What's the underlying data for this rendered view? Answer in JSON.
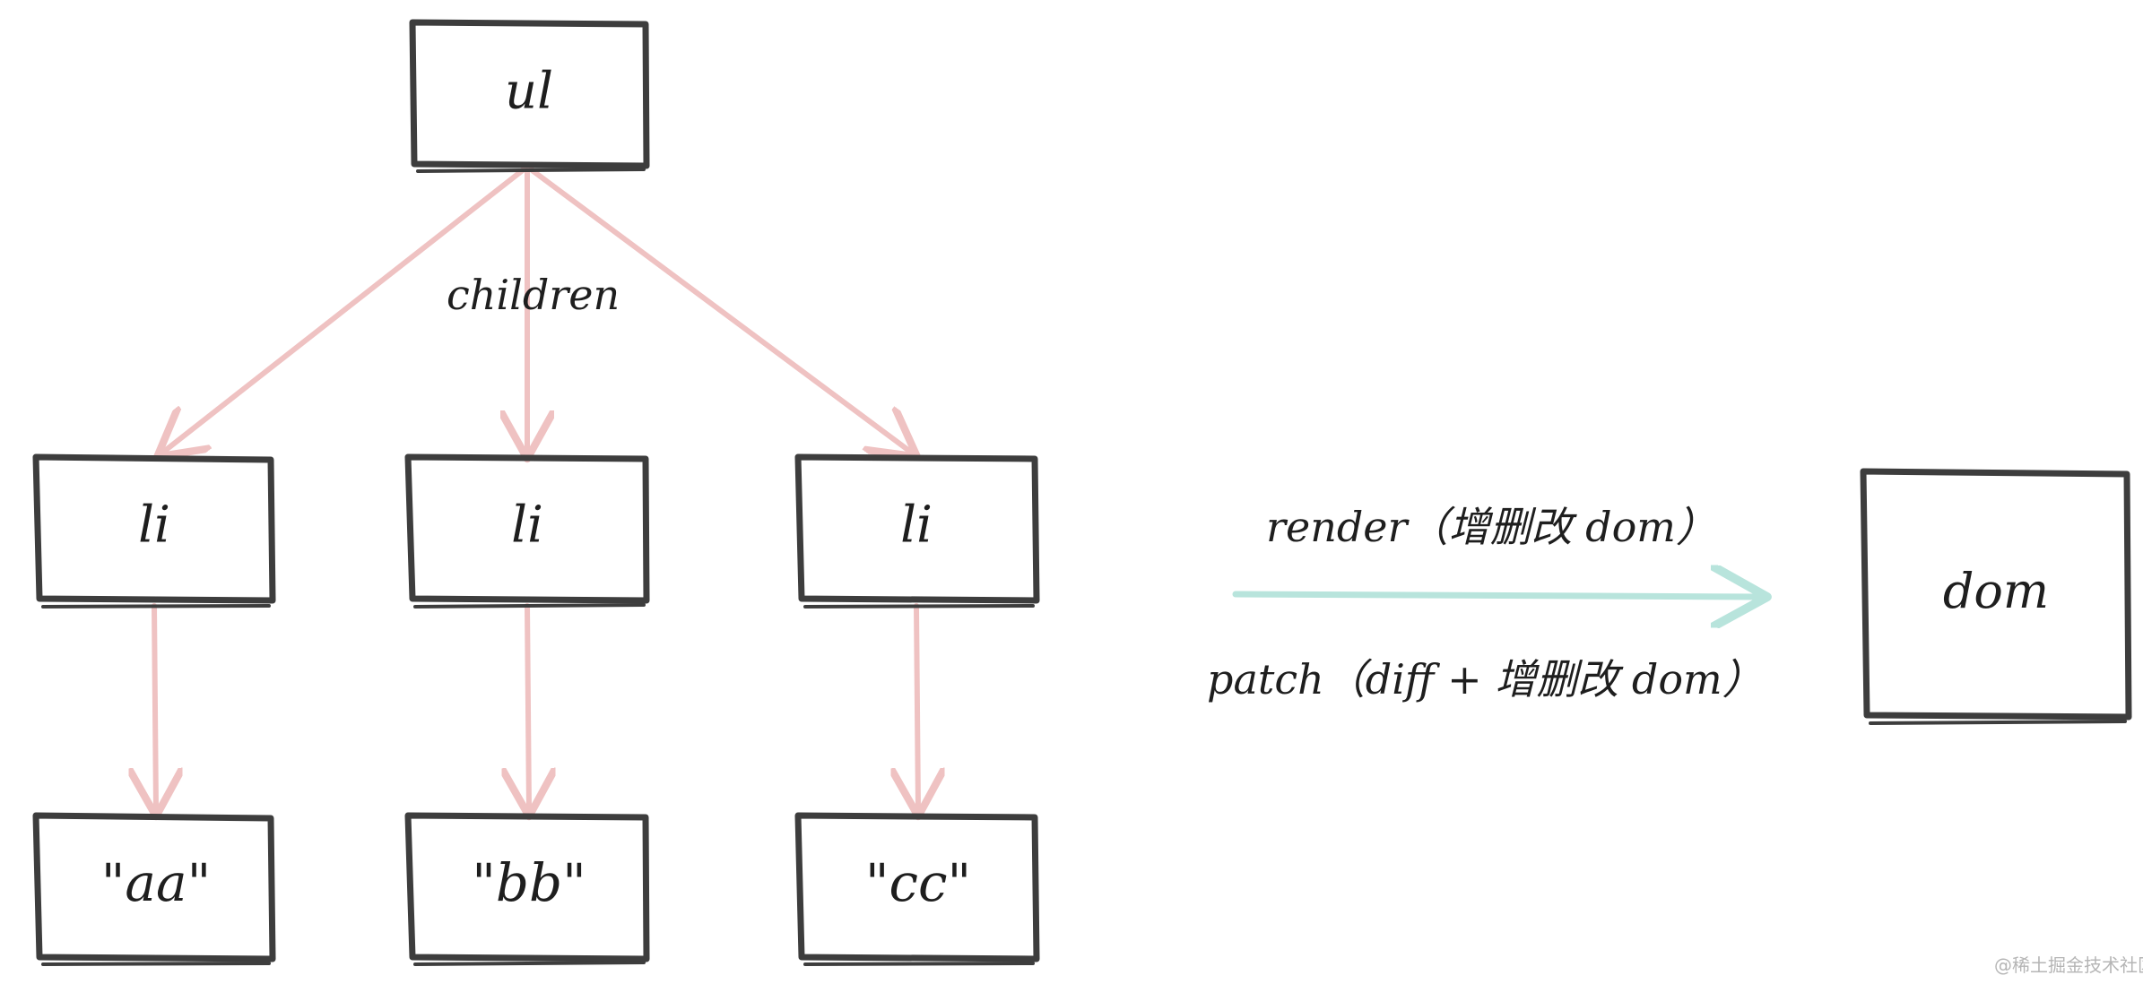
{
  "diagram": {
    "colors": {
      "box_stroke": "#3d3d3d",
      "tree_edge": "#efc2c2",
      "flow_arrow": "#b8e4dc",
      "text": "#1e1e1e",
      "watermark": "#b5b5b5"
    },
    "nodes": {
      "ul": "ul",
      "li_1": "li",
      "li_2": "li",
      "li_3": "li",
      "text_aa": "\"aa\"",
      "text_bb": "\"bb\"",
      "text_cc": "\"cc\"",
      "dom": "dom"
    },
    "edge_labels": {
      "children": "children",
      "render": "render（增删改 dom）",
      "patch": "patch（diff + 增删改 dom）"
    },
    "watermark": "@稀土掘金技术社区"
  }
}
